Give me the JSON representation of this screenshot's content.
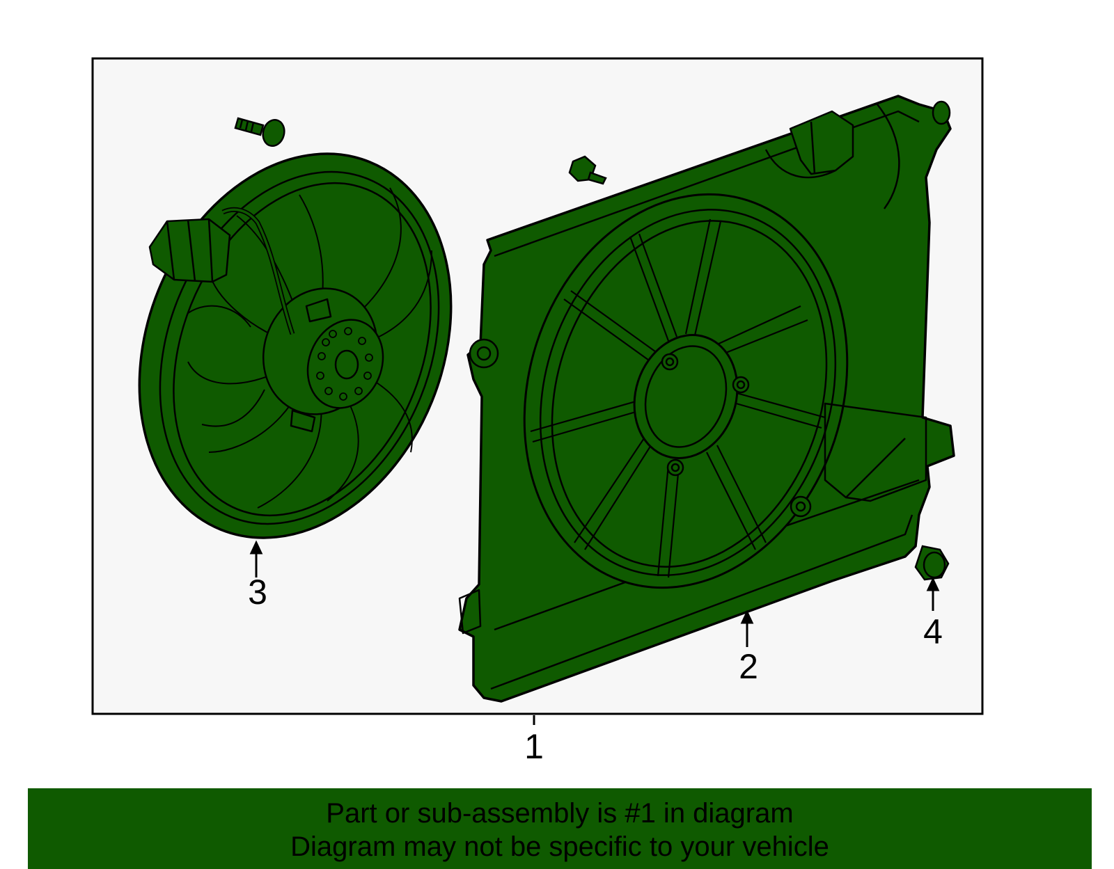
{
  "callouts": [
    {
      "id": "1",
      "label": "1"
    },
    {
      "id": "2",
      "label": "2"
    },
    {
      "id": "3",
      "label": "3"
    },
    {
      "id": "4",
      "label": "4"
    }
  ],
  "banner": {
    "line1": "Part or sub-assembly is #1 in diagram",
    "line2": "Diagram may not be specific to your vehicle"
  },
  "colors": {
    "part_fill": "#0f5a00",
    "frame_background": "#f7f7f7",
    "line": "#000000",
    "banner_background": "#0f5a00"
  }
}
